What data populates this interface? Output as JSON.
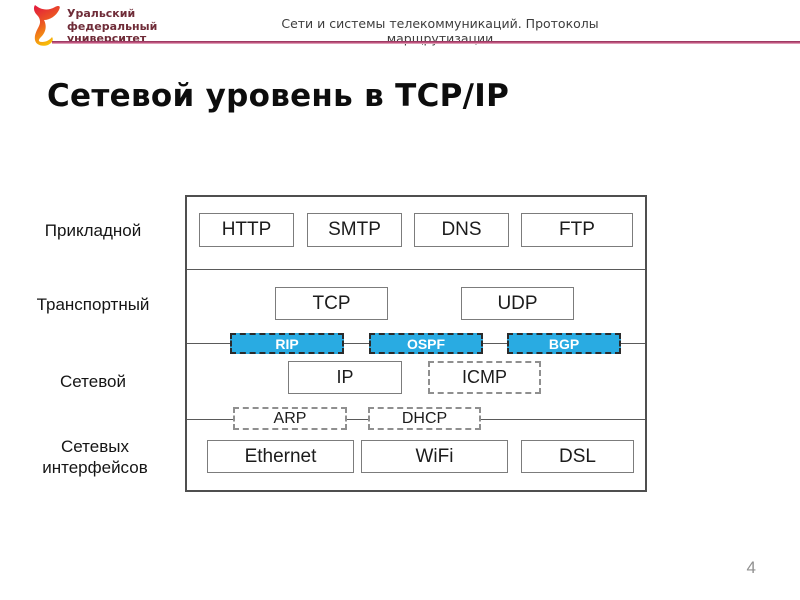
{
  "header": {
    "logo_lines": [
      "Уральский",
      "федеральный",
      "университет"
    ],
    "course_title": "Сети и системы телекоммуникаций. Протоколы марщрутизации"
  },
  "slide": {
    "title": "Сетевой уровень в TCP/IP",
    "page_number": "4"
  },
  "diagram": {
    "layer_labels": [
      "Прикладной",
      "Транспортный",
      "Сетевой",
      "Сетевых интерфейсов"
    ],
    "app_protocols": [
      "HTTP",
      "SMTP",
      "DNS",
      "FTP"
    ],
    "transport_protocols": [
      "TCP",
      "UDP"
    ],
    "routing_protocols": [
      "RIP",
      "OSPF",
      "BGP"
    ],
    "network_protocols": [
      "IP",
      "ICMP"
    ],
    "link_support_protocols": [
      "ARP",
      "DHCP"
    ],
    "interface_technologies": [
      "Ethernet",
      "WiFi",
      "DSL"
    ]
  },
  "colors": {
    "routing_fill": "#29abe2",
    "routing_text": "#ffffff",
    "header_rule": "#b03e68",
    "logo_text": "#6f2c38"
  }
}
